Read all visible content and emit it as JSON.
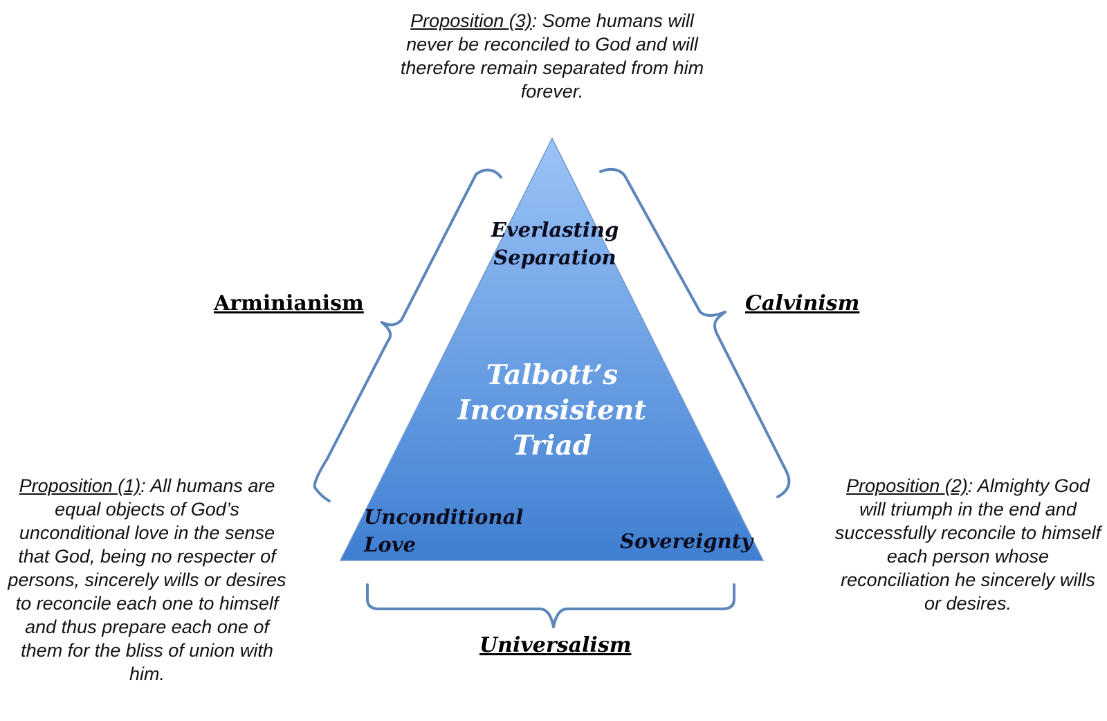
{
  "propositions": {
    "p3": {
      "label": "Proposition (3)",
      "text": ": Some humans will never be reconciled to God and will therefore remain separated from him forever."
    },
    "p1": {
      "label": "Proposition (1)",
      "text": ": All humans are equal objects of God’s unconditional love in the sense that God, being no respecter of persons, sincerely wills or desires to reconcile each one to himself and thus prepare each one of them for the bliss of union with him."
    },
    "p2": {
      "label": "Proposition (2)",
      "text": ": Almighty God will triumph in the end and successfully reconcile to himself each person whose reconciliation he sincerely wills or desires."
    }
  },
  "views": {
    "left": "Arminianism",
    "right": "Calvinism",
    "bottom": "Universalism"
  },
  "triangle": {
    "title_line1": "Talbott’s",
    "title_line2": "Inconsistent",
    "title_line3": "Triad",
    "top_line1": "Everlasting",
    "top_line2": "Separation",
    "left_line1": "Unconditional",
    "left_line2": "Love",
    "right": "Sovereignty"
  },
  "colors": {
    "triangle_top": "#9cc3f7",
    "triangle_bottom": "#3f7fd1",
    "bracket": "#5c86ba"
  }
}
